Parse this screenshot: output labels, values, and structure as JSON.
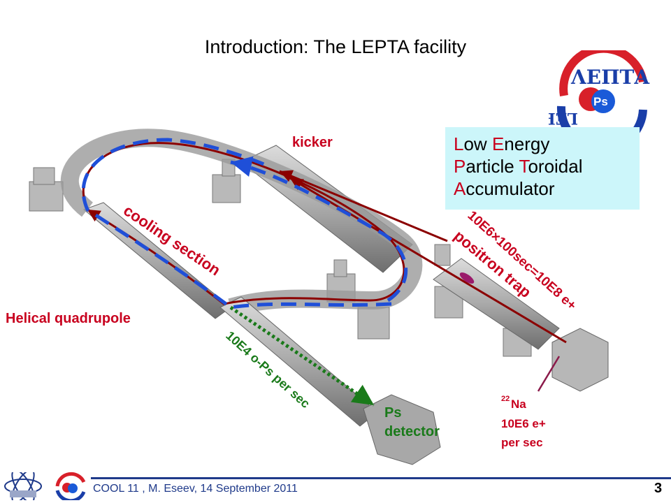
{
  "title": "Introduction: The LEPTA facility",
  "acronym": {
    "line1_cap": "L",
    "line1_rest": "ow ",
    "line1b_cap": "E",
    "line1b_rest": "nergy",
    "line2_cap": "P",
    "line2_rest": "article ",
    "line2b_cap": "T",
    "line2b_rest": "oroidal",
    "line3_cap": "A",
    "line3_rest": "ccumulator"
  },
  "logo": {
    "top_letters": "ΛΕΠΤΑ",
    "bottom_letters": "LEPTA",
    "center": "Ps"
  },
  "labels": {
    "kicker": "kicker",
    "cooling_section": "cooling section",
    "helical_quadrupole": "Helical quadrupole",
    "positron_rate": "10E6×100sec=10E8  e+",
    "positron_trap": "positron trap",
    "ops_rate": "10E4 o-Ps per sec",
    "ps_detector_1": "Ps",
    "ps_detector_2": "detector",
    "source_mass": "22",
    "source_element": "Na",
    "source_rate_1": "10E6 e+",
    "source_rate_2": "per sec"
  },
  "footer": {
    "text": "COOL 11 , M. Eseev, 14 September 2011",
    "page_number": "3"
  },
  "colors": {
    "red_label": "#c8001e",
    "dark_red_path": "#8b0000",
    "blue_dashed": "#1f4fd8",
    "green": "#1a7a1a",
    "box_bg": "#ccf6fa",
    "footer_blue": "#1f3a8a"
  }
}
